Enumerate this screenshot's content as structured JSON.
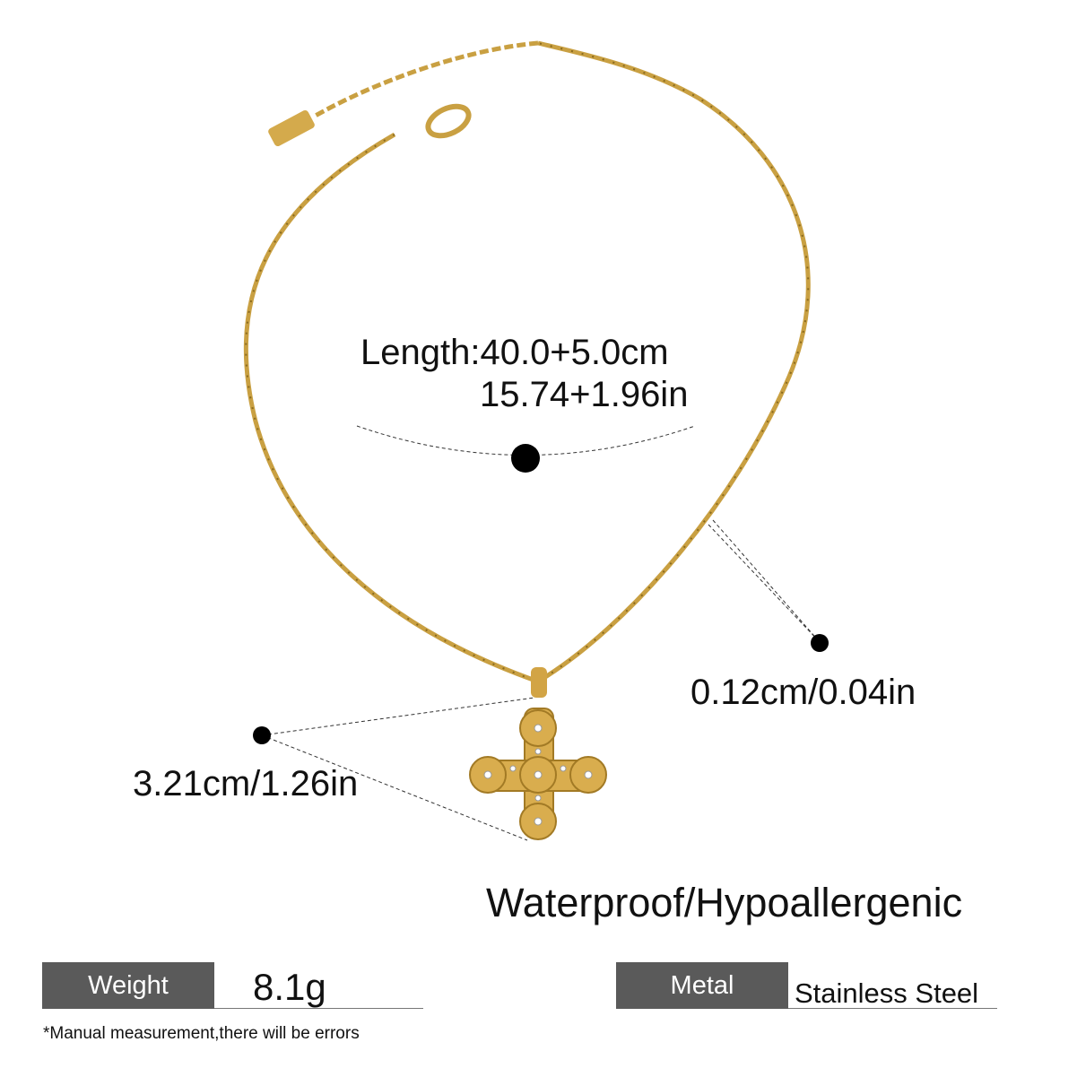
{
  "measurements": {
    "length_cm": "Length:40.0+5.0cm",
    "length_in": "15.74+1.96in",
    "chain_width": "0.12cm/0.04in",
    "pendant_size": "3.21cm/1.26in"
  },
  "features": "Waterproof/Hypoallergenic",
  "specs": {
    "weight_label": "Weight",
    "weight_value": "8.1g",
    "metal_label": "Metal",
    "metal_value": "Stainless Steel"
  },
  "disclaimer": "*Manual measurement,there will be errors",
  "colors": {
    "gold": "#c9a042",
    "label_bg": "#5a5a5a"
  }
}
